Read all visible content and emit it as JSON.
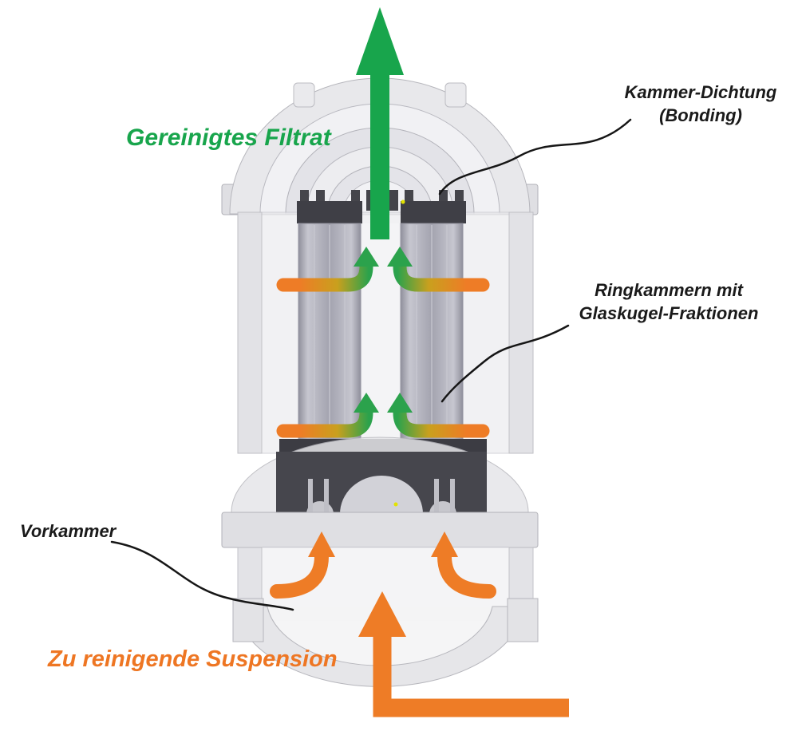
{
  "labels": {
    "filtrate": {
      "text": "Gereinigtes Filtrat",
      "color": "#18a54c"
    },
    "seal": {
      "line1": "Kammer-Dichtung",
      "line2": "(Bonding)",
      "color": "#1a1a1a"
    },
    "ring_chambers": {
      "line1": "Ringkammern mit",
      "line2": "Glaskugel-Fraktionen",
      "color": "#1a1a1a"
    },
    "pre_chamber": {
      "text": "Vorkammer",
      "color": "#1a1a1a"
    },
    "suspension": {
      "text": "Zu reinigende Suspension",
      "color": "#ee7623"
    }
  },
  "colors": {
    "filtrate_green": "#18a54c",
    "suspension_orange": "#ee7c26",
    "flow_bend_green": "#2ba24c",
    "leader_line": "#161616",
    "housing_gray": "#e6e6e9",
    "seal_dark_gray": "#3f3f46"
  },
  "icons": {
    "filtrate_arrow": "large-up-arrow",
    "inlet_arrow": "elbow-up-arrow",
    "flow_bend_arrows": "orange-to-green-up-bend-arrow",
    "prechamber_arrows": "orange-curved-up-arrow"
  }
}
